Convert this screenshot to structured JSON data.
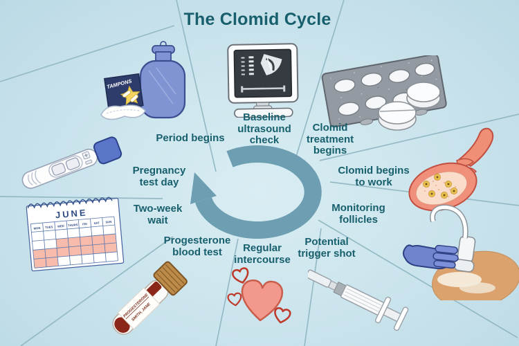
{
  "title": "The Clomid Cycle",
  "steps": {
    "period_begins": {
      "label": "Period begins"
    },
    "baseline_ultrasound": {
      "label": "Baseline\nultrasound\ncheck"
    },
    "clomid_treatment": {
      "label": "Clomid\ntreatment\nbegins"
    },
    "clomid_works": {
      "label": "Clomid begins\nto work"
    },
    "monitoring_follicles": {
      "label": "Monitoring\nfollicles"
    },
    "trigger_shot": {
      "label": "Potential\ntrigger shot"
    },
    "regular_intercourse": {
      "label": "Regular\nintercourse"
    },
    "progesterone_test": {
      "label": "Progesterone\nblood test"
    },
    "two_week_wait": {
      "label": "Two-week\nwait"
    },
    "pregnancy_test": {
      "label": "Pregnancy\ntest day"
    }
  },
  "illustrations": {
    "tampon_box_label": "TAMPONS",
    "calendar": {
      "month": "JUNE",
      "days": [
        "MON",
        "TUES",
        "WED",
        "THURS",
        "FRI",
        "SAT",
        "SUN"
      ]
    },
    "blood_tube": {
      "test_name": "PROGESTERONE",
      "patient_name": "SMITH, JANE"
    }
  },
  "colors": {
    "background": "#cde6ee",
    "text": "#175f6c",
    "cycle_arrow": "#6d9eb1",
    "divider_line": "#8fb6c1",
    "heart": "#f2988c",
    "ovary": "#f0907a",
    "belly_skin": "#dba26e",
    "glove_blue": "#6e84cd",
    "bottle_blue": "#8094d4",
    "calendar_highlight": "#f7bcab",
    "blood_red": "#8b2718",
    "tube_cap_tan": "#bc8a49"
  }
}
